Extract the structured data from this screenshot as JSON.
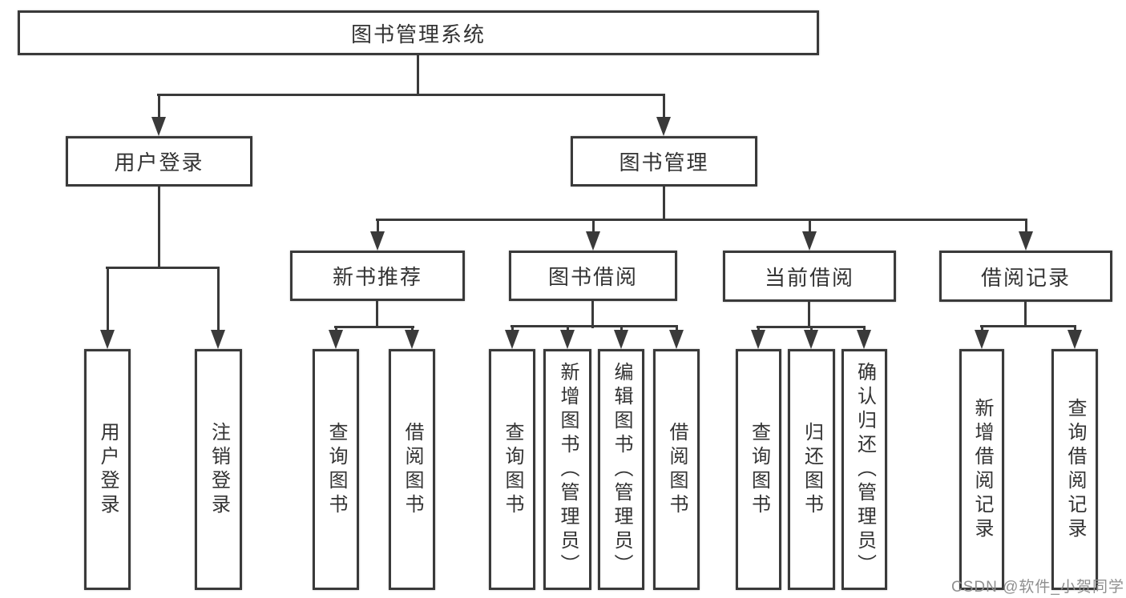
{
  "nodes": {
    "root": "图书管理系统",
    "user_login": "用户登录",
    "book_mgmt": "图书管理",
    "new_books": "新书推荐",
    "book_borrow": "图书借阅",
    "current_borrow": "当前借阅",
    "borrow_records": "借阅记录",
    "ul_login": "用户登录",
    "ul_logout": "注销登录",
    "nb_query": "查询图书",
    "nb_borrow": "借阅图书",
    "bb_query": "查询图书",
    "bb_add": "新增图书（管理员）",
    "bb_edit": "编辑图书（管理员）",
    "bb_borrow": "借阅图书",
    "cb_query": "查询图书",
    "cb_return": "归还图书",
    "cb_confirm": "确认归还（管理员）",
    "br_add": "新增借阅记录",
    "br_query": "查询借阅记录"
  },
  "watermark": "CSDN @软件_小贺同学",
  "colors": {
    "line": "#3a3a3a",
    "text": "#333333",
    "background": "#ffffff",
    "watermark": "#8f8f8f"
  }
}
